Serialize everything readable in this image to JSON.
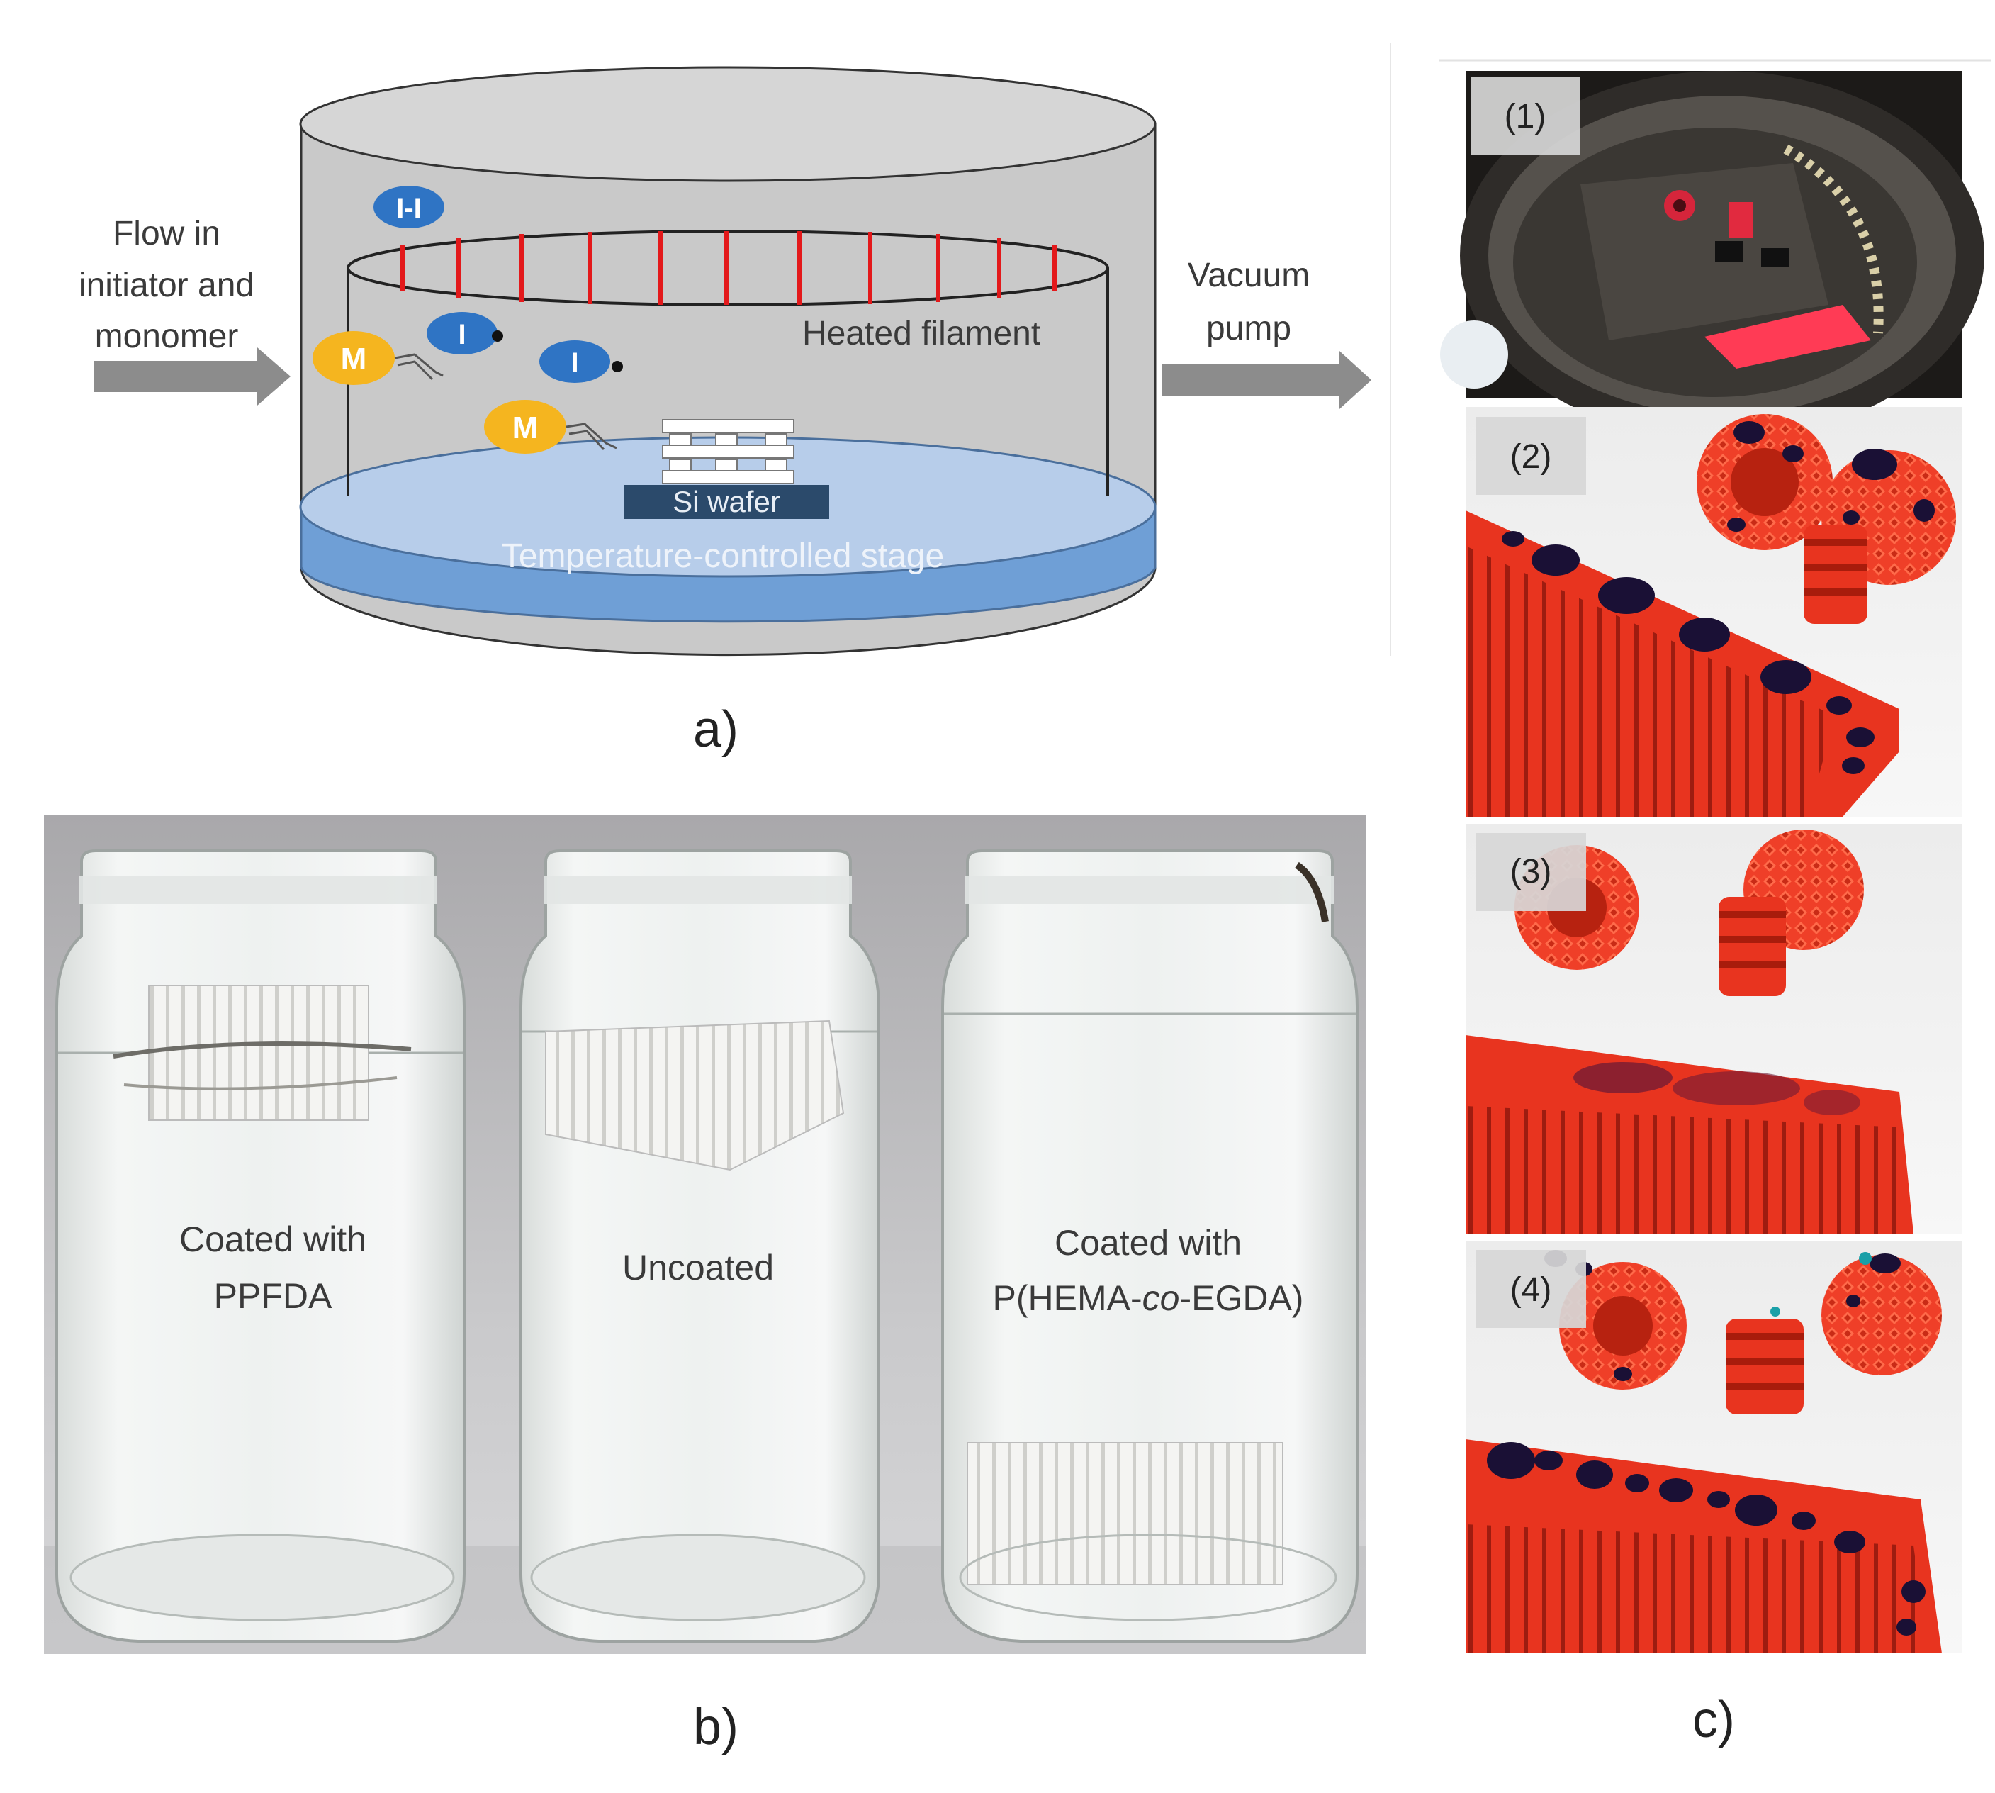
{
  "panel_a": {
    "flow_in_line1": "Flow in",
    "flow_in_line2": "initiator and",
    "flow_in_line3": "monomer",
    "vacuum_line1": "Vacuum",
    "vacuum_line2": "pump",
    "heated_filament": "Heated filament",
    "initiator_pair": "I-I",
    "initiator": "I",
    "monomer": "M",
    "si_wafer": "Si wafer",
    "stage": "Temperature-controlled stage",
    "label": "a)"
  },
  "panel_b": {
    "jar1_line1": "Coated with",
    "jar1_line2": "PPFDA",
    "jar2": "Uncoated",
    "jar3_line1": "Coated with",
    "jar3_line2_pre": "P(HEMA-",
    "jar3_line2_italic": "co",
    "jar3_line2_post": "-EGDA)",
    "label": "b)"
  },
  "panel_c": {
    "photo1_label": "(1)",
    "photo2_label": "(2)",
    "photo3_label": "(3)",
    "photo4_label": "(4)",
    "label": "c)"
  },
  "colors": {
    "chamber_gray": "#c9c9c9",
    "chamber_top": "#d4d4d4",
    "stage_blue": "#6f9fd6",
    "stage_top": "#b7cdea",
    "wafer": "#2b4a6b",
    "filament_red": "#e3191b",
    "initiator_blue": "#2f74c4",
    "monomer_yellow": "#f5b51f",
    "arrow_gray": "#8c8c8c",
    "printed_red": "#f0412a"
  }
}
